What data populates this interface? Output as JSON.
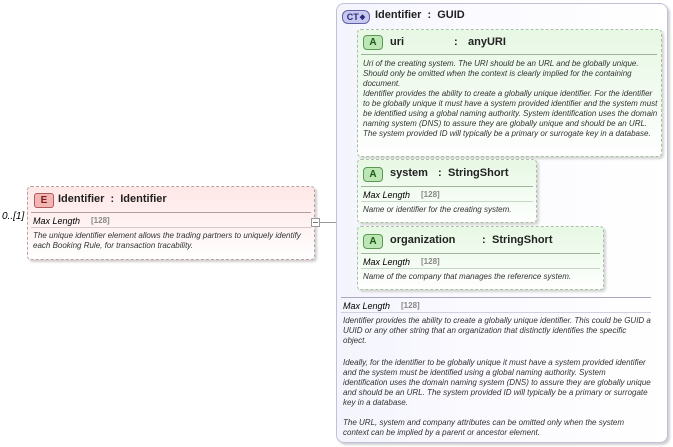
{
  "element": {
    "badge": "E",
    "name": "Identifier",
    "type": "Identifier",
    "occurrence": "0..[1]",
    "prop_label": "Max Length",
    "prop_value": "[128]",
    "description": "The unique identifier element allows the trading partners to  uniquely identify each Booking Rule, for transaction tracability."
  },
  "complex_type": {
    "badge": "CT",
    "name": "Identifier",
    "type": "GUID",
    "prop_label": "Max Length",
    "prop_value": "[128]",
    "description_paragraphs": [
      "Identifier provides the ability to create a globally unique identifier.   This could be GUID a UUID or any other string that an organization that distinctly identifies the specific object.",
      "Ideally, for the identifier to be globally unique it must have a system provided identifier and the system must be identified using a global naming authority. System identification uses the domain naming system (DNS) to assure they are globally unique and should be an URL. The system provided ID will typically be a primary or surrogate key in a database.",
      "The URL, system and company attributes can be omitted only when the system context can be implied by a parent or ancestor element."
    ]
  },
  "attributes": [
    {
      "badge": "A",
      "name": "uri",
      "type": "anyURI",
      "description": "Uri of the creating system. The URI should be an URL and be globally unique. Should only be omitted when the context is clearly implied for the containing document.\nIdentifier provides the ability to create a globally unique identifier. For the identifier to be globally unique it must have a system provided identifier and the system must be identified using a global naming authority. System identification uses the domain naming system (DNS) to assure they are globally unique and should be an URL. The system provided ID will typically be a primary or surrogate key in a database."
    },
    {
      "badge": "A",
      "name": "system",
      "type": "StringShort",
      "prop_label": "Max Length",
      "prop_value": "[128]",
      "description": "Name or identifier for the creating system."
    },
    {
      "badge": "A",
      "name": "organization",
      "type": "StringShort",
      "prop_label": "Max Length",
      "prop_value": "[128]",
      "description": "Name of the company that manages the reference system."
    }
  ],
  "colon": ":"
}
